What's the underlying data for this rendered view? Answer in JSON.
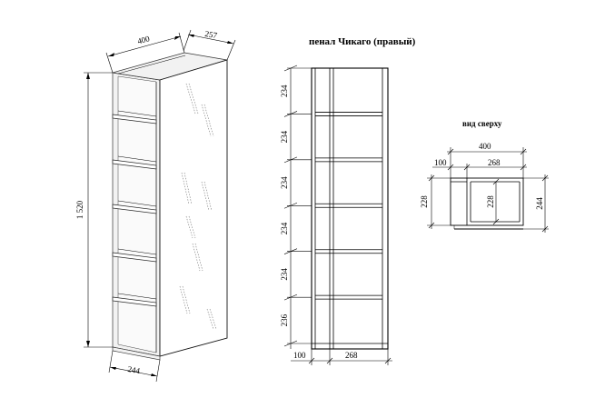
{
  "title": "пенал Чикаго (правый)",
  "iso_view": {
    "width": "400",
    "depth": "257",
    "height": "1 520",
    "bottom_depth": "244"
  },
  "front_view": {
    "shelf_heights": [
      "234",
      "234",
      "234",
      "234",
      "234",
      "236"
    ],
    "bottom_left": "100",
    "bottom_right": "268"
  },
  "top_view": {
    "label": "вид сверху",
    "width": "400",
    "left": "100",
    "right": "268",
    "left_depth": "228",
    "inner_depth": "228",
    "right_depth": "244"
  }
}
